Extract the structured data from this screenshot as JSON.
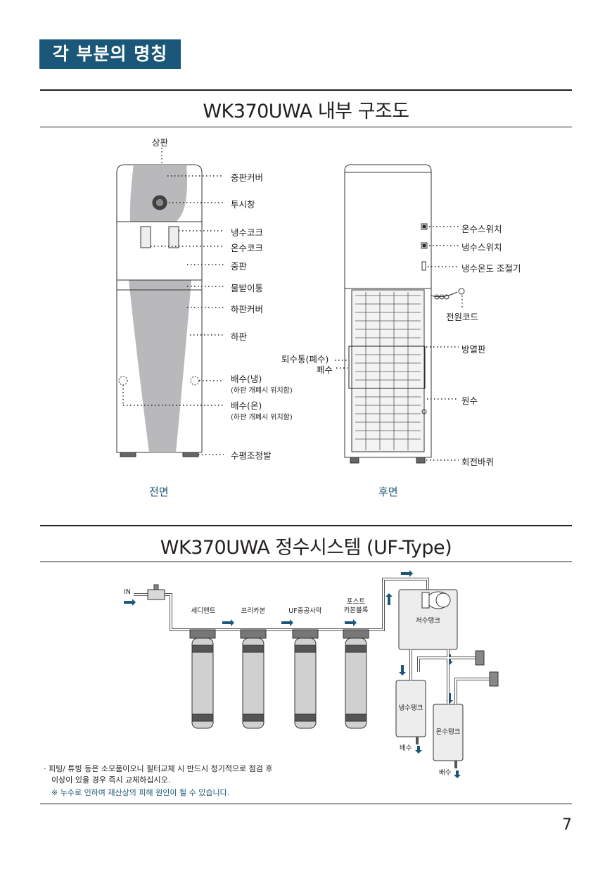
{
  "header": {
    "badge": "각 부분의 명칭"
  },
  "section1": {
    "title": "WK370UWA 내부 구조도",
    "front": {
      "view_label": "전면",
      "labels": {
        "top_plate": "상판",
        "mid_cover": "중판커버",
        "sight_glass": "투시창",
        "cold_cock": "냉수코크",
        "hot_cock": "온수코크",
        "mid_plate": "중판",
        "drip_tray": "물받이통",
        "lower_cover": "하판커버",
        "lower_plate": "하판",
        "drain_cold": "배수(냉)",
        "drain_cold_sub": "(하판 개폐시 위치함)",
        "drain_hot": "배수(온)",
        "drain_hot_sub": "(하판 개폐시 위치함)",
        "leveling_foot": "수평조정발"
      }
    },
    "rear": {
      "view_label": "후면",
      "labels": {
        "hot_switch": "온수스위치",
        "cold_switch": "냉수스위치",
        "cold_temp": "냉수온도 조절기",
        "power_cord": "전원코드",
        "waste_bin": "퇴수통(폐수)",
        "waste": "폐수",
        "heat_sink": "방열판",
        "raw_water": "원수",
        "caster": "회전바퀴"
      }
    }
  },
  "section2": {
    "title": "WK370UWA 정수시스템 (UF-Type)",
    "diagram": {
      "inlet": "IN",
      "filters": [
        "세디멘트",
        "프리카본",
        "UF중공사막"
      ],
      "post_carbon_line1": "포스트",
      "post_carbon_line2": "카본블록",
      "storage_tank": "저수탱크",
      "cold_tank": "냉수탱크",
      "hot_tank": "온수탱크",
      "drain_cold": "배수",
      "drain_hot": "배수"
    },
    "notes": {
      "line1": "· 피팅/ 튜빙 등은 소모품이오니 필터교체 시 반드시 정기적으로 점검 후",
      "line2": "이상이 있을 경우 즉시 교체하십시오.",
      "warning": "※ 누수로 인하여 재산상의 피해 원인이 될 수 있습니다."
    }
  },
  "page_number": "7",
  "colors": {
    "accent": "#1b5778",
    "text": "#231f20",
    "body_gray": "#b9b9bb"
  }
}
